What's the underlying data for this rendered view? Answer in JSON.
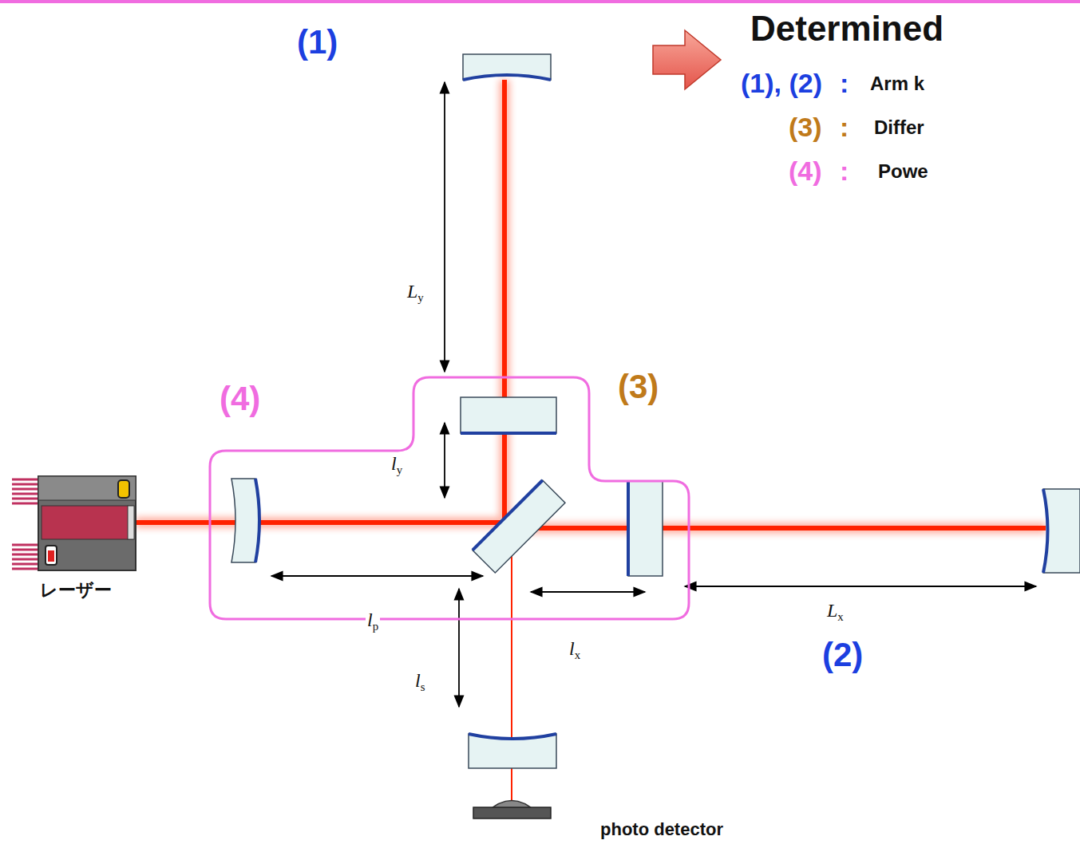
{
  "diagram": {
    "nodes": [
      {
        "text": [
          "(4)"
        ]
      }
    ],
    "labels": [
      "(1)",
      "Determined",
      "(1), (2)",
      ":",
      "Arm k",
      "(3)",
      ":",
      "Differ",
      "(4)",
      ":",
      "Powe",
      "Ly",
      "ly",
      "(3)",
      "レーザー",
      "lp",
      "ls",
      "lx",
      "Lx",
      "(2)",
      "photo detector"
    ]
  }
}
